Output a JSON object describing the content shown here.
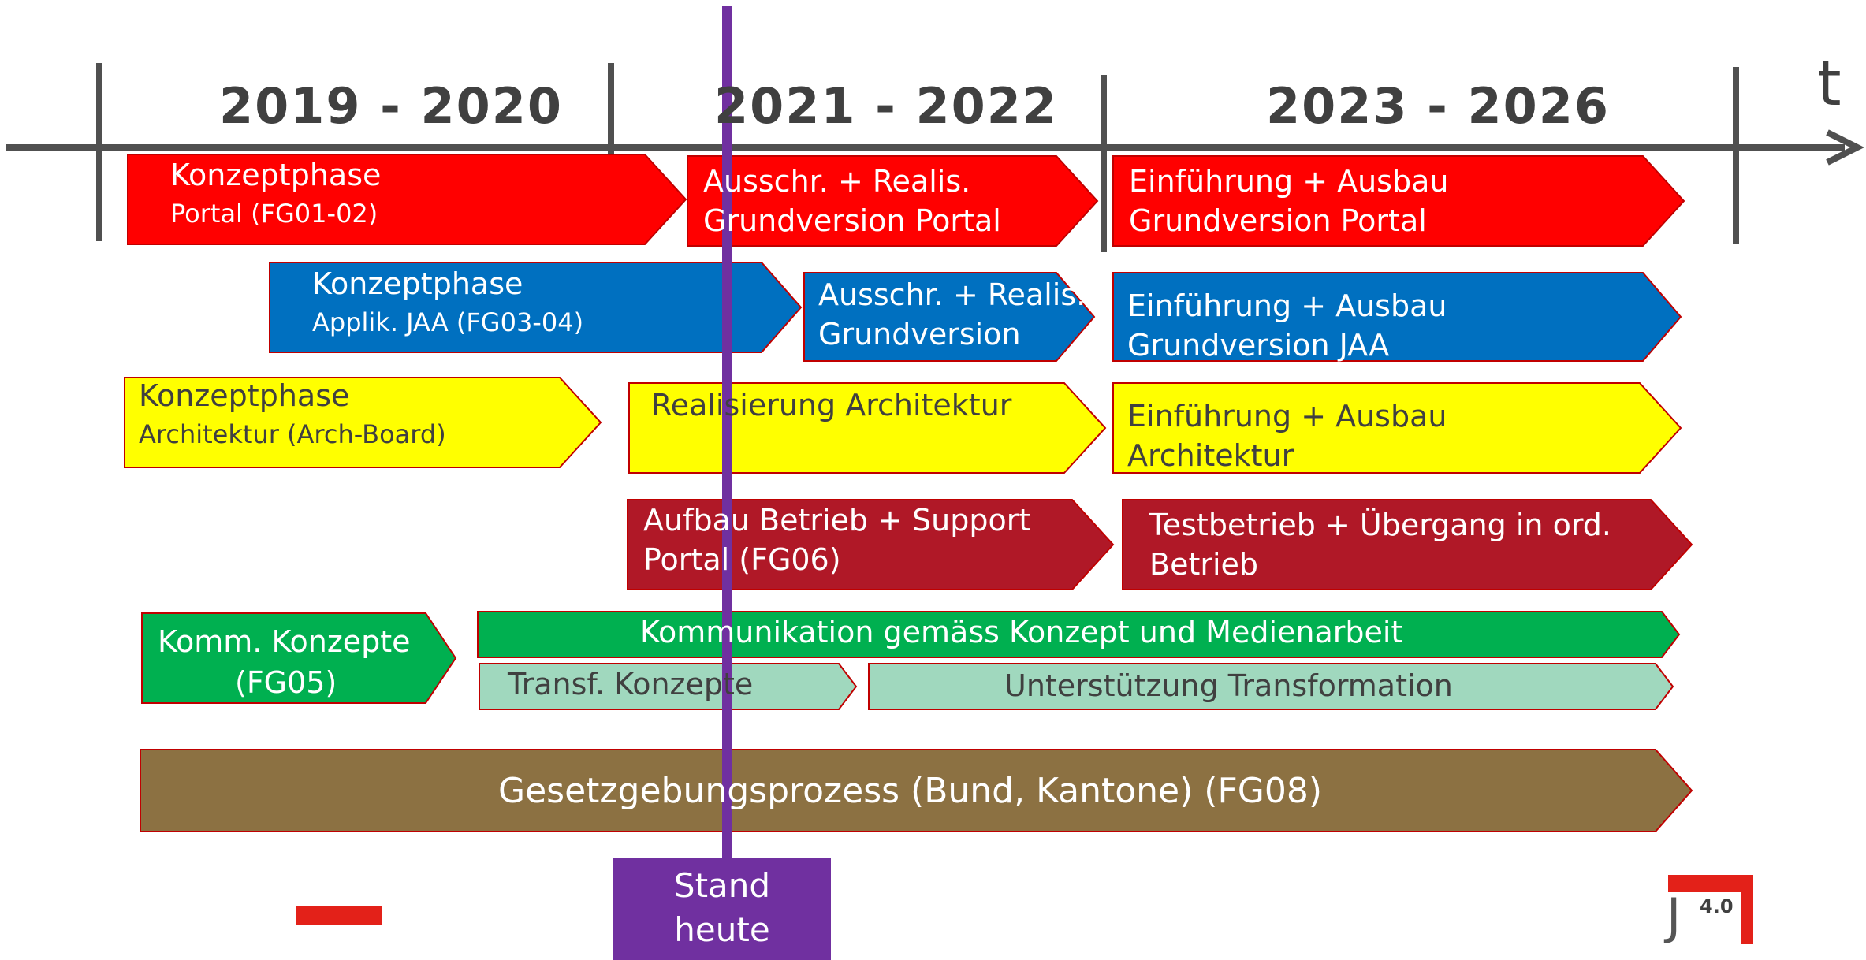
{
  "timeline": {
    "axis_label": "t",
    "periods": [
      "2019 - 2020",
      "2021 - 2022",
      "2023 - 2026"
    ]
  },
  "colors": {
    "portal": "#ff0000",
    "application": "#0070c0",
    "architecture": "#ffff00",
    "operations": "#b01827",
    "communication": "#00b050",
    "transformation": "#a0d8be",
    "legislation": "#8c7142",
    "today_marker": "#7030a0",
    "axis": "#505050",
    "border": "#c00000"
  },
  "rows": {
    "portal": {
      "phase1_title": "Konzeptphase",
      "phase1_sub": "Portal (FG01-02)",
      "phase2_line1": "Ausschr. + Realis.",
      "phase2_line2": "Grundversion Portal",
      "phase3_line1": "Einführung + Ausbau",
      "phase3_line2": "Grundversion Portal"
    },
    "application": {
      "phase1_title": "Konzeptphase",
      "phase1_sub": "Applik. JAA (FG03-04)",
      "phase2_line1": "Ausschr. + Realis.",
      "phase2_line2": "Grundversion",
      "phase3_line1": "Einführung + Ausbau",
      "phase3_line2": "Grundversion JAA"
    },
    "architecture": {
      "phase1_title": "Konzeptphase",
      "phase1_sub": "Architektur (Arch-Board)",
      "phase2_line1": "Realisierung Architektur",
      "phase3_line1": "Einführung + Ausbau",
      "phase3_line2": "Architektur"
    },
    "operations": {
      "phase2_line1": "Aufbau Betrieb + Support",
      "phase2_line2": "Portal (FG06)",
      "phase3_line1": "Testbetrieb + Übergang in ord.",
      "phase3_line2": "Betrieb"
    },
    "communication": {
      "concept_line1": "Komm. Konzepte",
      "concept_line2": "(FG05)",
      "main": "Kommunikation gemäss Konzept und Medienarbeit",
      "transf_concepts": "Transf. Konzepte",
      "transf_support": "Unterstützung Transformation"
    },
    "legislation": {
      "main": "Gesetzgebungsprozess (Bund, Kantone) (FG08)"
    }
  },
  "today_marker": {
    "line1": "Stand",
    "line2": "heute"
  },
  "logo": {
    "letter": "J",
    "version": "4.0"
  }
}
